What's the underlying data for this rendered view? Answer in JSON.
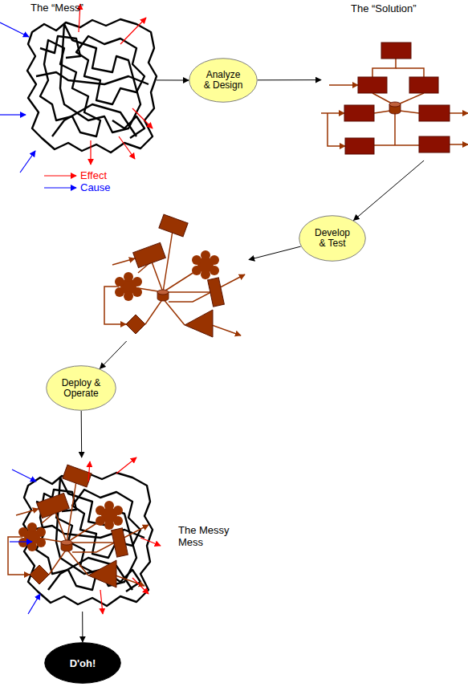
{
  "diagram": {
    "nodes": [
      {
        "text": [
          "The “Mess”"
        ]
      },
      {
        "text": [
          "Analyze & Design"
        ]
      },
      {
        "text": [
          "The “Solution”"
        ]
      },
      {
        "text": [
          "Develop & Test"
        ]
      },
      {
        "text": []
      },
      {
        "text": [
          "Deploy & Operate"
        ]
      },
      {
        "text": [
          "The Messy Mess"
        ]
      },
      {
        "text": [
          "D'oh!"
        ]
      }
    ],
    "edges": [
      {
        "from": 0,
        "to": 1,
        "arrow": "to"
      },
      {
        "from": 1,
        "to": 2,
        "arrow": "to"
      },
      {
        "from": 2,
        "to": 3,
        "arrow": "to"
      },
      {
        "from": 3,
        "to": 4,
        "arrow": "to"
      },
      {
        "from": 4,
        "to": 5,
        "arrow": "to"
      },
      {
        "from": 5,
        "to": 6,
        "arrow": "to"
      },
      {
        "from": 6,
        "to": 7,
        "arrow": "to"
      }
    ],
    "legend": [
      {
        "text": "Effect"
      },
      {
        "text": "Cause"
      }
    ]
  }
}
